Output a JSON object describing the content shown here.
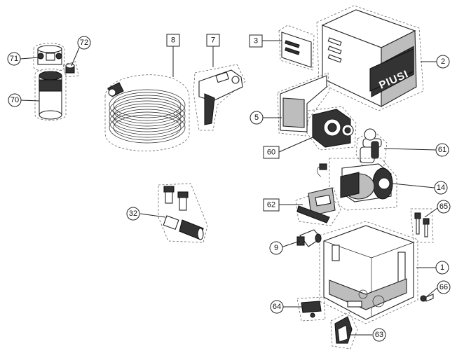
{
  "diagram": {
    "brand_logo": "PIUSI",
    "callouts": [
      {
        "id": "c71",
        "label": "71",
        "shape": "circle"
      },
      {
        "id": "c72",
        "label": "72",
        "shape": "circle"
      },
      {
        "id": "c70",
        "label": "70",
        "shape": "circle"
      },
      {
        "id": "c8",
        "label": "8",
        "shape": "box"
      },
      {
        "id": "c7",
        "label": "7",
        "shape": "box"
      },
      {
        "id": "c3",
        "label": "3",
        "shape": "box"
      },
      {
        "id": "c2",
        "label": "2",
        "shape": "circle"
      },
      {
        "id": "c5",
        "label": "5",
        "shape": "circle"
      },
      {
        "id": "c60",
        "label": "60",
        "shape": "box"
      },
      {
        "id": "c61",
        "label": "61",
        "shape": "circle"
      },
      {
        "id": "c14",
        "label": "14",
        "shape": "circle"
      },
      {
        "id": "c62",
        "label": "62",
        "shape": "box"
      },
      {
        "id": "c65",
        "label": "65",
        "shape": "circle"
      },
      {
        "id": "c32",
        "label": "32",
        "shape": "circle"
      },
      {
        "id": "c9",
        "label": "9",
        "shape": "circle"
      },
      {
        "id": "c1",
        "label": "1",
        "shape": "circle"
      },
      {
        "id": "c66",
        "label": "66",
        "shape": "circle"
      },
      {
        "id": "c64",
        "label": "64",
        "shape": "circle"
      },
      {
        "id": "c63",
        "label": "63",
        "shape": "circle"
      }
    ]
  }
}
